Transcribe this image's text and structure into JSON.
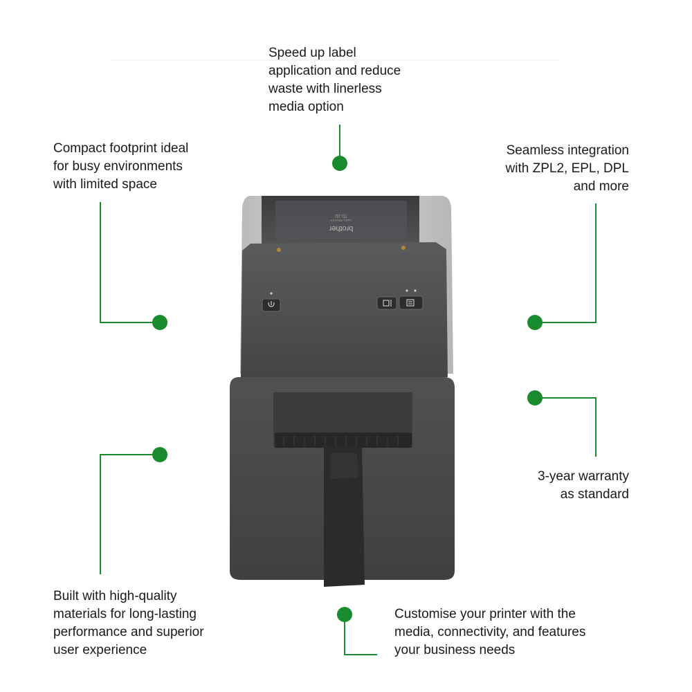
{
  "colors": {
    "accent": "#1a8a2e",
    "text": "#1a1a1a",
    "printer_body": "#4a4b4d",
    "printer_side": "#c9cbcd"
  },
  "printer": {
    "brand": "brother",
    "model_caption": "LABEL PRINTER",
    "model": "TD-2D"
  },
  "callouts": {
    "top": "Speed up label\napplication and reduce\nwaste with linerless\nmedia option",
    "top_left": "Compact footprint ideal\nfor busy environments\nwith limited space",
    "top_right": "Seamless integration\nwith ZPL2, EPL, DPL\nand more",
    "mid_right": "3-year warranty\nas standard",
    "bottom_left": "Built with high-quality\nmaterials for long-lasting\nperformance and superior\nuser experience",
    "bottom_right": "Customise your printer with the\nmedia, connectivity, and features\nyour business needs"
  },
  "icons": {
    "power": "power-icon",
    "feed": "feed-icon",
    "cut": "cut-icon"
  }
}
